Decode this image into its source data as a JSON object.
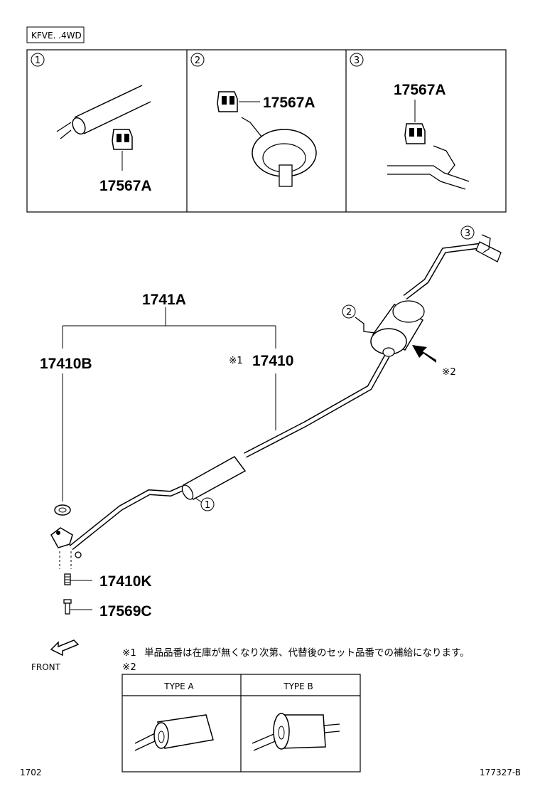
{
  "header": {
    "model_tag": "KFVE. .4WD"
  },
  "detail_panels": [
    {
      "index": "1",
      "part": "17567A"
    },
    {
      "index": "2",
      "part": "17567A"
    },
    {
      "index": "3",
      "part": "17567A"
    }
  ],
  "callouts": {
    "c1": "1",
    "c2": "2",
    "c3": "3"
  },
  "main": {
    "assembly": "1741A",
    "left_part": "17410B",
    "right_mark": "※1",
    "right_part": "17410",
    "gasket": "17410K",
    "bolt": "17569C",
    "view_mark": "※2"
  },
  "front_label": "FRONT",
  "notes": {
    "note1_mark": "※1",
    "note1": "単品品番は在庫が無くなり次第、代替後のセット品番での補給になります。",
    "note2_mark": "※2"
  },
  "type_table": {
    "type_a": "TYPE A",
    "type_b": "TYPE B"
  },
  "footer": {
    "left": "1702",
    "right": "177327-B"
  }
}
